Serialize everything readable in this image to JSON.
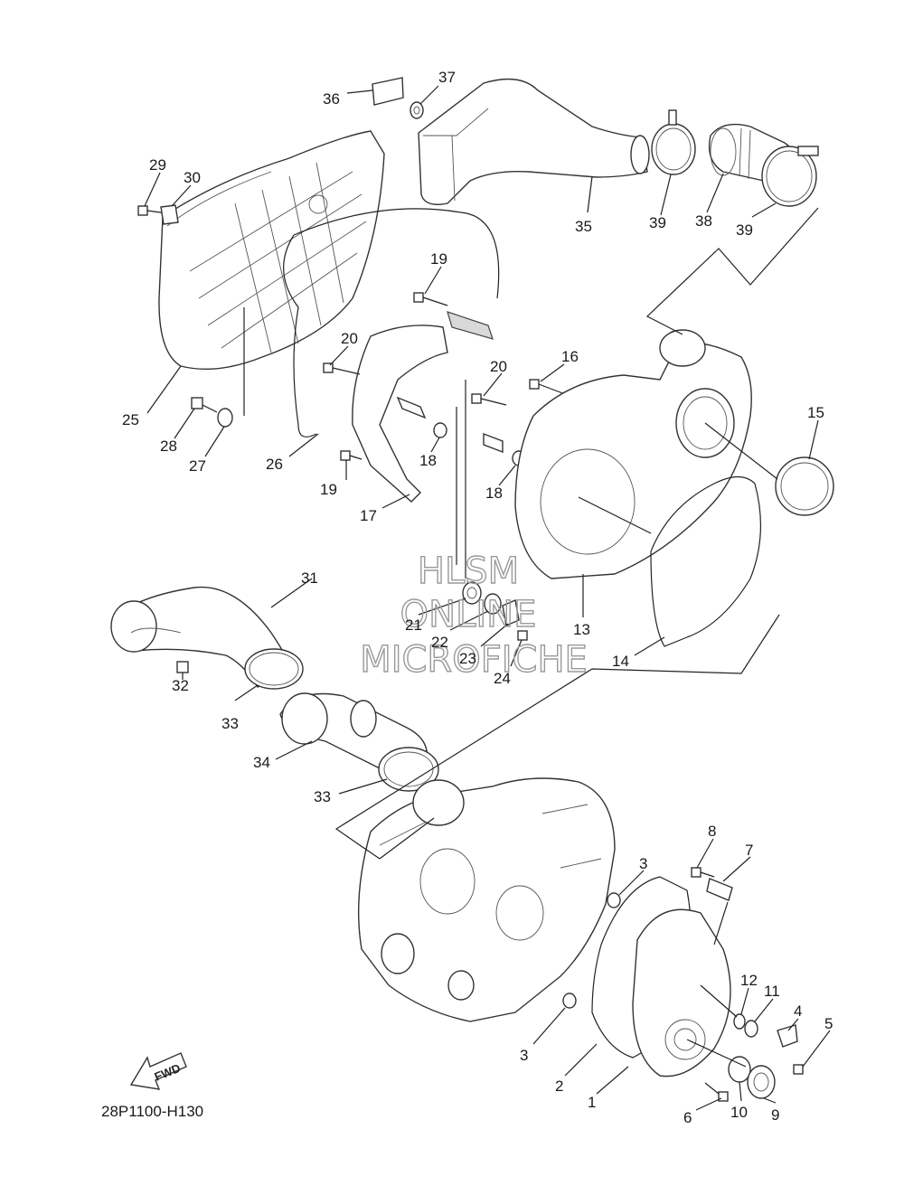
{
  "diagram": {
    "code": "28P1100-H130",
    "watermark": {
      "line1": "HLSM",
      "line2": "ONLINE",
      "line3": "MICROFICHE"
    },
    "fwd_label": "FWD",
    "callouts": [
      {
        "id": "c36",
        "text": "36"
      },
      {
        "id": "c37",
        "text": "37"
      },
      {
        "id": "c29",
        "text": "29"
      },
      {
        "id": "c30",
        "text": "30"
      },
      {
        "id": "c35",
        "text": "35"
      },
      {
        "id": "c39a",
        "text": "39"
      },
      {
        "id": "c38",
        "text": "38"
      },
      {
        "id": "c39b",
        "text": "39"
      },
      {
        "id": "c19a",
        "text": "19"
      },
      {
        "id": "c20a",
        "text": "20"
      },
      {
        "id": "c20b",
        "text": "20"
      },
      {
        "id": "c16",
        "text": "16"
      },
      {
        "id": "c15",
        "text": "15"
      },
      {
        "id": "c25",
        "text": "25"
      },
      {
        "id": "c28",
        "text": "28"
      },
      {
        "id": "c27",
        "text": "27"
      },
      {
        "id": "c26",
        "text": "26"
      },
      {
        "id": "c18a",
        "text": "18"
      },
      {
        "id": "c18b",
        "text": "18"
      },
      {
        "id": "c19b",
        "text": "19"
      },
      {
        "id": "c17",
        "text": "17"
      },
      {
        "id": "c31",
        "text": "31"
      },
      {
        "id": "c21",
        "text": "21"
      },
      {
        "id": "c22",
        "text": "22"
      },
      {
        "id": "c23",
        "text": "23"
      },
      {
        "id": "c24",
        "text": "24"
      },
      {
        "id": "c13",
        "text": "13"
      },
      {
        "id": "c14",
        "text": "14"
      },
      {
        "id": "c32",
        "text": "32"
      },
      {
        "id": "c33a",
        "text": "33"
      },
      {
        "id": "c34",
        "text": "34"
      },
      {
        "id": "c33b",
        "text": "33"
      },
      {
        "id": "c8",
        "text": "8"
      },
      {
        "id": "c7",
        "text": "7"
      },
      {
        "id": "c3a",
        "text": "3"
      },
      {
        "id": "c3b",
        "text": "3"
      },
      {
        "id": "c12",
        "text": "12"
      },
      {
        "id": "c11",
        "text": "11"
      },
      {
        "id": "c4",
        "text": "4"
      },
      {
        "id": "c5",
        "text": "5"
      },
      {
        "id": "c2",
        "text": "2"
      },
      {
        "id": "c1",
        "text": "1"
      },
      {
        "id": "c6",
        "text": "6"
      },
      {
        "id": "c10",
        "text": "10"
      },
      {
        "id": "c9",
        "text": "9"
      }
    ]
  }
}
